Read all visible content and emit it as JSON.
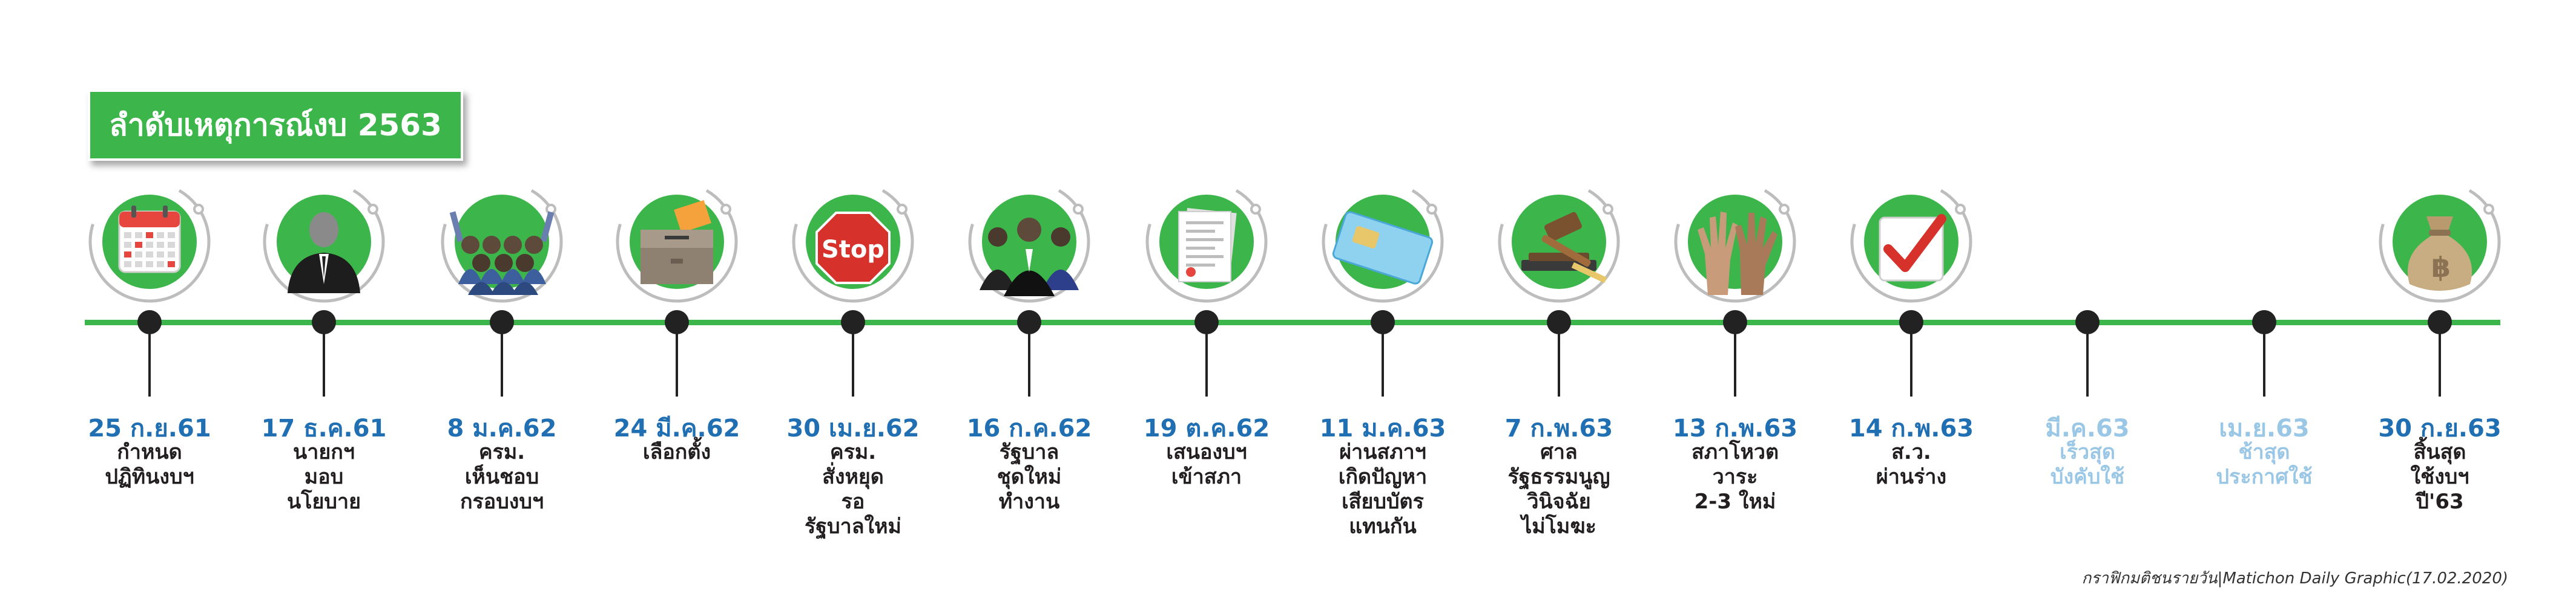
{
  "title": "ลำดับเหตุการณ์งบ 2563",
  "credit": "กราฟิกมติชนรายวัน|Matichon Daily Graphic(17.02.2020)",
  "colors": {
    "accent_green": "#3cb64a",
    "date_blue": "#1f6fb2",
    "future_blue": "#9ac7e6",
    "dot": "#222222"
  },
  "events": [
    {
      "date": "25 ก.ย.61",
      "lines": [
        "กำหนด",
        "ปฏิทินงบฯ"
      ],
      "icon": "calendar-icon",
      "status": "past"
    },
    {
      "date": "17 ธ.ค.61",
      "lines": [
        "นายกฯ",
        "มอบ",
        "นโยบาย"
      ],
      "icon": "prime-minister-icon",
      "status": "past"
    },
    {
      "date": "8 ม.ค.62",
      "lines": [
        "ครม.",
        "เห็นชอบ",
        "กรอบงบฯ"
      ],
      "icon": "cabinet-vote-icon",
      "status": "past"
    },
    {
      "date": "24 มี.ค.62",
      "lines": [
        "เลือกตั้ง"
      ],
      "icon": "ballot-box-icon",
      "status": "past"
    },
    {
      "date": "30 เม.ย.62",
      "lines": [
        "ครม.",
        "สั่งหยุด",
        "รอ",
        "รัฐบาลใหม่"
      ],
      "icon": "stop-sign-icon",
      "status": "past",
      "stop_text": "Stop"
    },
    {
      "date": "16 ก.ค.62",
      "lines": [
        "รัฐบาล",
        "ชุดใหม่",
        "ทำงาน"
      ],
      "icon": "new-government-icon",
      "status": "past"
    },
    {
      "date": "19 ต.ค.62",
      "lines": [
        "เสนองบฯ",
        "เข้าสภา"
      ],
      "icon": "document-icon",
      "status": "past"
    },
    {
      "date": "11 ม.ค.63",
      "lines": [
        "ผ่านสภาฯ",
        "เกิดปัญหา",
        "เสียบบัตร",
        "แทนกัน"
      ],
      "icon": "voting-card-icon",
      "status": "past"
    },
    {
      "date": "7 ก.พ.63",
      "lines": [
        "ศาล",
        "รัฐธรรมนูญ",
        "วินิจฉัย",
        "ไม่โมฆะ"
      ],
      "icon": "gavel-icon",
      "status": "past"
    },
    {
      "date": "13 ก.พ.63",
      "lines": [
        "สภาโหวต",
        "วาระ",
        "2-3 ใหม่"
      ],
      "icon": "raised-hands-icon",
      "status": "past"
    },
    {
      "date": "14 ก.พ.63",
      "lines": [
        "ส.ว.",
        "ผ่านร่าง"
      ],
      "icon": "checkmark-icon",
      "status": "past"
    },
    {
      "date": "มี.ค.63",
      "lines": [
        "เร็วสุด",
        "บังคับใช้"
      ],
      "icon": "",
      "status": "future"
    },
    {
      "date": "เม.ย.63",
      "lines": [
        "ช้าสุด",
        "ประกาศใช้"
      ],
      "icon": "",
      "status": "future"
    },
    {
      "date": "30 ก.ย.63",
      "lines": [
        "สิ้นสุด",
        "ใช้งบฯ",
        "ปี'63"
      ],
      "icon": "money-bag-icon",
      "status": "past",
      "currency_symbol": "฿"
    }
  ]
}
